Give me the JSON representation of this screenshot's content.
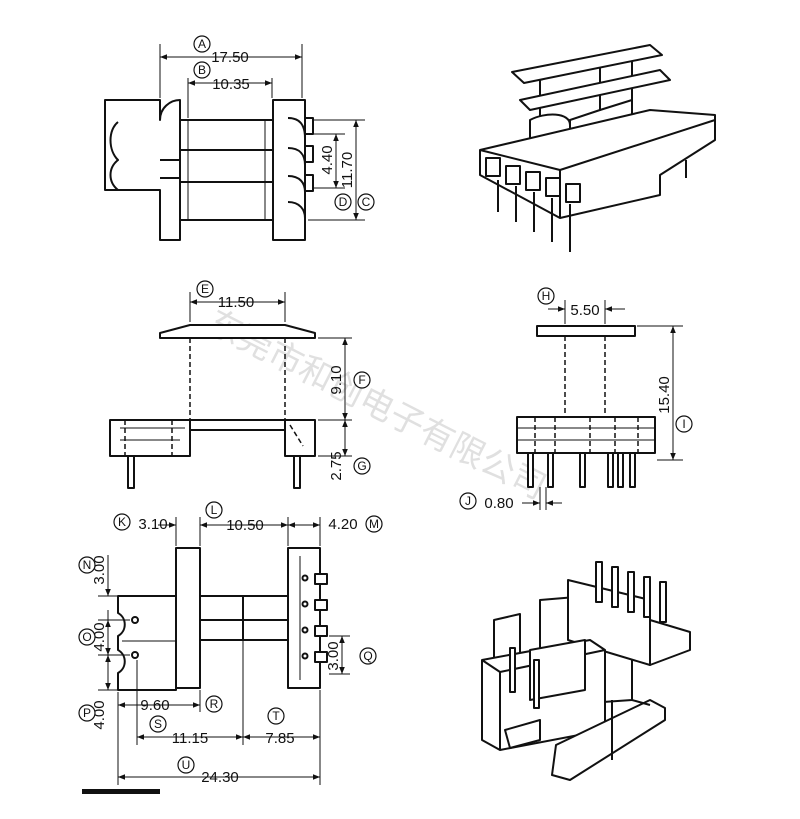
{
  "watermark": "东莞市和创电子有限公司",
  "dimensions": {
    "A": {
      "label": "A",
      "value": "17.50"
    },
    "B": {
      "label": "B",
      "value": "10.35"
    },
    "C": {
      "label": "C",
      "value": "11.70"
    },
    "D": {
      "label": "D",
      "value": "4.40"
    },
    "E": {
      "label": "E",
      "value": "11.50"
    },
    "F": {
      "label": "F",
      "value": "9.10"
    },
    "G": {
      "label": "G",
      "value": "2.75"
    },
    "H": {
      "label": "H",
      "value": "5.50"
    },
    "I": {
      "label": "I",
      "value": "15.40"
    },
    "J": {
      "label": "J",
      "value": "0.80"
    },
    "K": {
      "label": "K",
      "value": "3.10"
    },
    "L": {
      "label": "L",
      "value": "10.50"
    },
    "M": {
      "label": "M",
      "value": "4.20"
    },
    "N": {
      "label": "N",
      "value": "3.00"
    },
    "O": {
      "label": "O",
      "value": "4.00"
    },
    "P": {
      "label": "P",
      "value": "4.00"
    },
    "Q": {
      "label": "Q",
      "value": "3.00"
    },
    "R": {
      "label": "R",
      "value": "9.60"
    },
    "S": {
      "label": "S",
      "value": "11.15"
    },
    "T": {
      "label": "T",
      "value": "7.85"
    },
    "U": {
      "label": "U",
      "value": "24.30"
    }
  }
}
